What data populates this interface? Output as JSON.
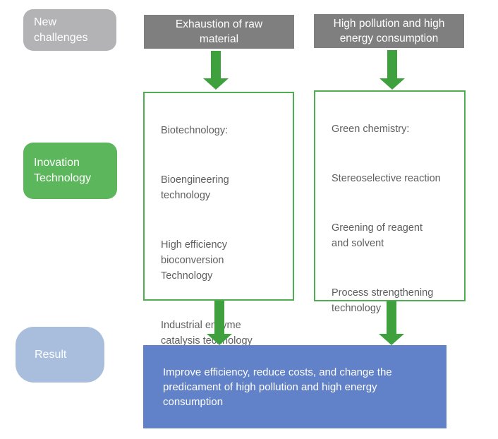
{
  "colors": {
    "gray_label": "#b3b3b6",
    "dark_gray": "#7f7f7f",
    "green_label": "#5cb75c",
    "green_border": "#4fae4f",
    "arrow_green": "#3ea13e",
    "result_label_blue": "#a9bedc",
    "result_box_blue": "#6181c8",
    "body_text": "#5f5f5f"
  },
  "left_labels": {
    "new_challenges": [
      "New",
      "challenges"
    ],
    "inovation_technology": [
      "Inovation",
      "Technology"
    ],
    "result": "Result"
  },
  "challenges": [
    [
      "Exhaustion of raw",
      "material"
    ],
    [
      "High pollution and high",
      "energy consumption"
    ]
  ],
  "biotechnology": {
    "title": "Biotechnology:",
    "items": [
      [
        "Bioengineering",
        "technology"
      ],
      [
        "High efficiency",
        "bioconversion",
        "Technology"
      ],
      [
        "Industrial enzyme",
        "catalysis technology"
      ]
    ]
  },
  "green_chemistry": {
    "title": "Green chemistry:",
    "items": [
      [
        "Stereoselective reaction"
      ],
      [
        "Greening of reagent",
        "and solvent"
      ],
      [
        "Process strengthening",
        "technology"
      ]
    ]
  },
  "result_box": {
    "lines": [
      "Improve efficiency, reduce costs, and change the",
      "predicament of high pollution and high energy",
      "consumption"
    ]
  }
}
